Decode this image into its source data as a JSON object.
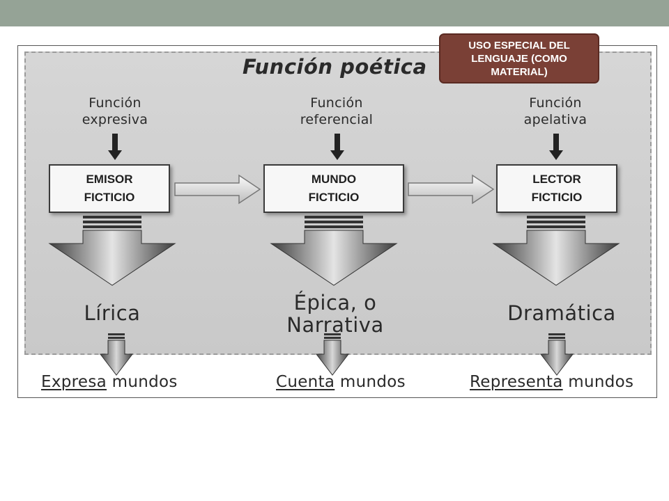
{
  "diagram": {
    "title": "Función poética",
    "columns": [
      {
        "function_line1": "Función",
        "function_line2": "expresiva",
        "box_line1": "EMISOR",
        "box_line2": "FICTICIO",
        "genre_line1": "Lírica",
        "genre_line2": "",
        "outcome_verb": "Expresa",
        "outcome_rest": " mundos"
      },
      {
        "function_line1": "Función",
        "function_line2": "referencial",
        "box_line1": "MUNDO",
        "box_line2": "FICTICIO",
        "genre_line1": "Épica, o",
        "genre_line2": "Narrativa",
        "outcome_verb": "Cuenta",
        "outcome_rest": " mundos"
      },
      {
        "function_line1": "Función",
        "function_line2": "apelativa",
        "box_line1": "LECTOR",
        "box_line2": "FICTICIO",
        "genre_line1": "Dramática",
        "genre_line2": "",
        "outcome_verb": "Representa",
        "outcome_rest": " mundos"
      }
    ]
  },
  "callout": {
    "text": "USO ESPECIAL DEL LENGUAJE (COMO MATERIAL)",
    "color": "#7a4036"
  },
  "colors": {
    "header_bar": "#95a396",
    "panel": "#cfcfcf",
    "arrow_dark": "#4a4a4a",
    "arrow_light": "#eeeeee"
  }
}
